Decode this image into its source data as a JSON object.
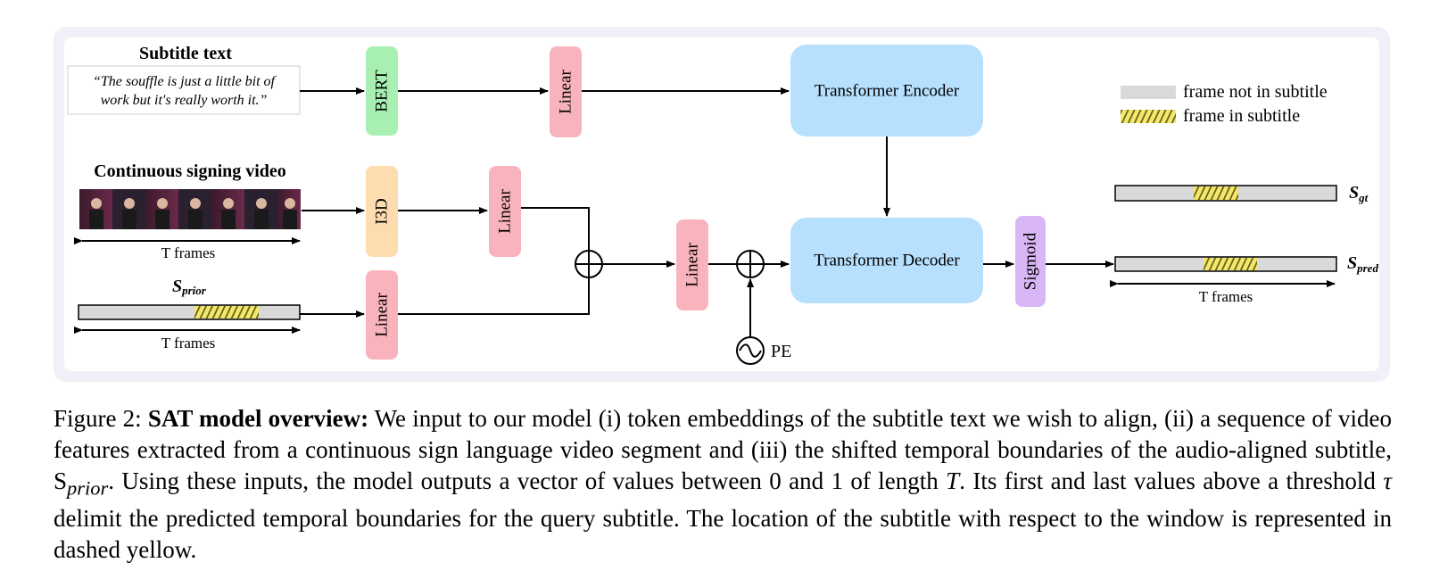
{
  "diagram": {
    "subtitle_header": "Subtitle text",
    "subtitle_quote_line1": "“The souffle is just a little bit of",
    "subtitle_quote_line2": "work but it's really worth it.”",
    "video_header": "Continuous signing video",
    "t_frames": "T frames",
    "bert": "BERT",
    "i3d": "I3D",
    "linear": "Linear",
    "encoder": "Transformer Encoder",
    "decoder": "Transformer Decoder",
    "sigmoid": "Sigmoid",
    "pe": "PE",
    "legend_not": "frame not in subtitle",
    "legend_in": "frame in subtitle",
    "s_letter": "S",
    "prior_sub": "prior",
    "gt_sub": "gt",
    "pred_sub": "pred",
    "colors": {
      "panel": "#f2eff9",
      "bert": "#a8f0b2",
      "linear": "#f9b3bd",
      "i3d": "#fddcb0",
      "transformer": "#b6e0fd",
      "sigmoid": "#d9b6f6",
      "bar_grey": "#d9d9d9",
      "hatch_yellow": "#f3e86a"
    }
  },
  "caption": {
    "label": "Figure 2:",
    "title": "SAT model overview:",
    "body_1": " We input to our model (i) token embeddings of the subtitle text we wish to align, (ii) a sequence of video features extracted from a continuous sign language video segment and (iii) the shifted temporal boundaries of the audio-aligned subtitle, S",
    "body_sub": "prior",
    "body_2": ". Using these inputs, the model outputs a vector of values between 0 and 1 of length ",
    "T": "T",
    "body_3": ". Its first and last values above a threshold ",
    "tau": "τ",
    "body_4": " delimit the predicted temporal boundaries for the query subtitle. The location of the subtitle with respect to the window is represented in dashed yellow."
  }
}
